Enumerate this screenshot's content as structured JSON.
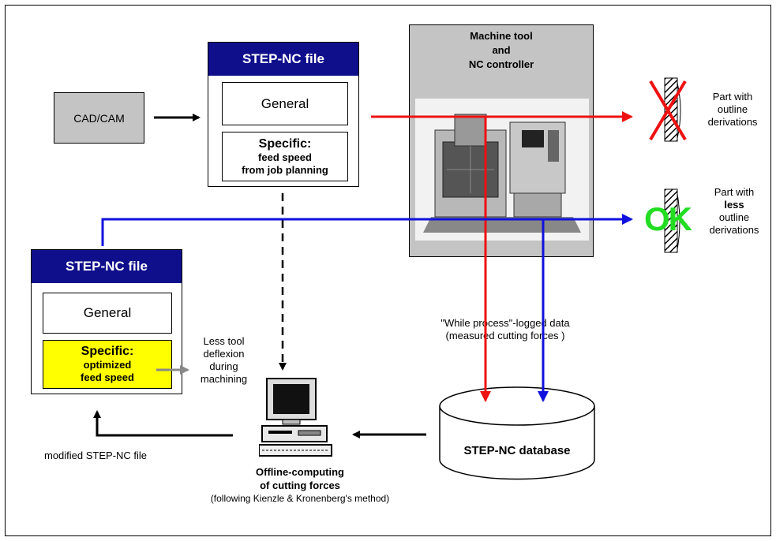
{
  "cadcam": {
    "label": "CAD/CAM"
  },
  "step_top": {
    "title": "STEP-NC file",
    "general": "General",
    "specific_title": "Specific:",
    "specific_line1": "feed speed",
    "specific_line2": "from job planning"
  },
  "machine": {
    "line1": "Machine tool",
    "line2": "and",
    "line3": "NC controller"
  },
  "part_bad": {
    "line1": "Part with",
    "line2": "outline",
    "line3": "derivations"
  },
  "part_ok": {
    "stamp": "OK",
    "line1": "Part with",
    "line2": "less",
    "line3": "outline",
    "line4": "derivations"
  },
  "step_left": {
    "title": "STEP-NC file",
    "general": "General",
    "specific_title": "Specific:",
    "specific_line1": "optimized",
    "specific_line2": "feed speed"
  },
  "deflexion": {
    "line1": "Less tool",
    "line2": "deflexion",
    "line3": "during",
    "line4": "machining"
  },
  "logged": {
    "line1": "\"While process\"-logged data",
    "line2": "(measured cutting forces )"
  },
  "database": {
    "label": "STEP-NC database"
  },
  "modified": {
    "label": "modified STEP-NC file"
  },
  "offline": {
    "line1": "Offline-computing",
    "line2": "of cutting forces",
    "line3": "(following Kienzle & Kronenberg's method)"
  },
  "colors": {
    "red": "#ee1111",
    "blue": "#1111dd",
    "navy": "#0f0f8c",
    "yellow": "#ffff00",
    "gray": "#c0c0c0",
    "green": "#22dd22"
  }
}
